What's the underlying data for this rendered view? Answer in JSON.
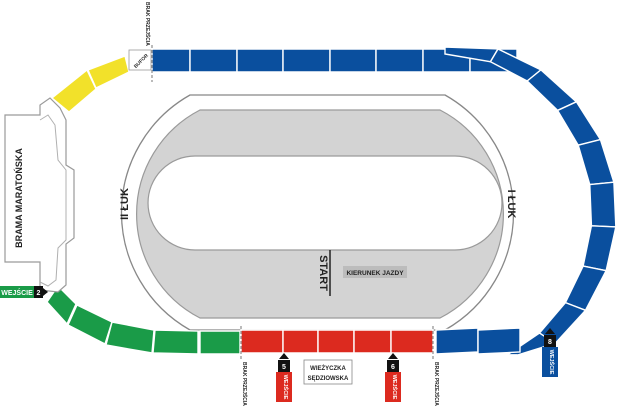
{
  "colors": {
    "blue": "#0a4f9e",
    "green": "#1a9b48",
    "red": "#dc2a1f",
    "yellow": "#f2e12a",
    "track": "#d3d3d3",
    "outline": "#9a9a9a",
    "badge": "#111111"
  },
  "labels": {
    "brama": "BRAMA MARATOŃSKA",
    "luk1": "I ŁUK",
    "luk2": "II ŁUK",
    "start": "START",
    "kierunek": "KIERUNEK JAZDY",
    "wiezyczka_line1": "WIEŻYCZKA",
    "wiezyczka_line2": "SĘDZIOWSKA",
    "bufor": "BUFOR",
    "brak_przejscia": "BRAK PRZEJŚCIA"
  },
  "entrances": [
    {
      "number": "2",
      "label": "WEJŚCIE",
      "color": "green"
    },
    {
      "number": "5",
      "label": "WEJŚCIE",
      "color": "red"
    },
    {
      "number": "6",
      "label": "WEJŚCIE",
      "color": "red"
    },
    {
      "number": "8",
      "label": "WEJŚCIE",
      "color": "blue"
    }
  ],
  "icons": {
    "entrance": "up-arrow-icon",
    "divider": "dashed-line-icon"
  }
}
